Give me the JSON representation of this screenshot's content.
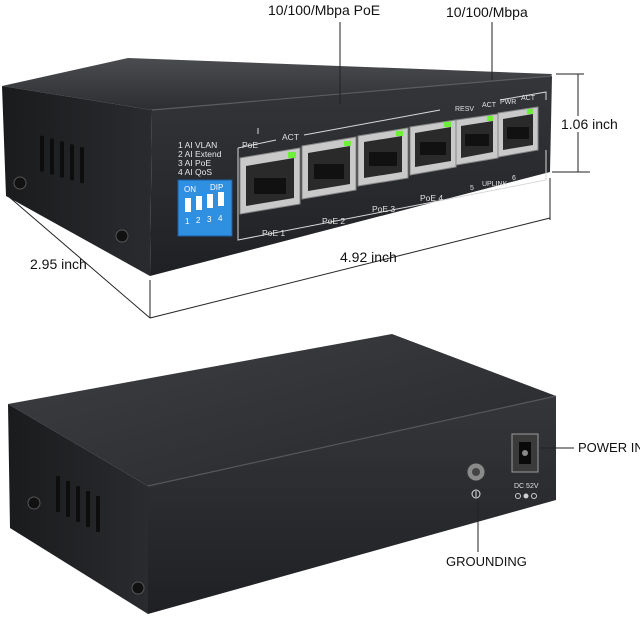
{
  "callouts": {
    "poe_ports": "10/100/Mbpa PoE",
    "uplink_ports": "10/100/Mbpa",
    "height": "1.06 inch",
    "depth": "2.95 inch",
    "width": "4.92 inch",
    "power_in": "POWER IN",
    "grounding": "GROUNDING"
  },
  "front_panel": {
    "dip_legend": [
      "1 AI VLAN",
      "2 AI Extend",
      "3 AI PoE",
      "4 AI QoS"
    ],
    "dip_on": "ON",
    "dip_label": "DIP",
    "dip_numbers": [
      "1",
      "2",
      "3",
      "4"
    ],
    "poe": "PoE",
    "act": "ACT",
    "resv": "RESV",
    "act2": "ACT",
    "pwr": "PWR",
    "act3": "ACT",
    "port_labels": [
      "PoE 1",
      "PoE 2",
      "PoE 3",
      "PoE 4"
    ],
    "uplink": "UPLINK",
    "port5": "5",
    "port6": "6"
  },
  "back_panel": {
    "dc_label": "DC 52V"
  },
  "colors": {
    "case": "#2b2d30",
    "case_top": "#3a3c40",
    "case_side": "#1d1e20",
    "led_green": "#6ef03a",
    "dip_blue": "#2f8fe0",
    "port_silver": "#c9c9c9"
  }
}
